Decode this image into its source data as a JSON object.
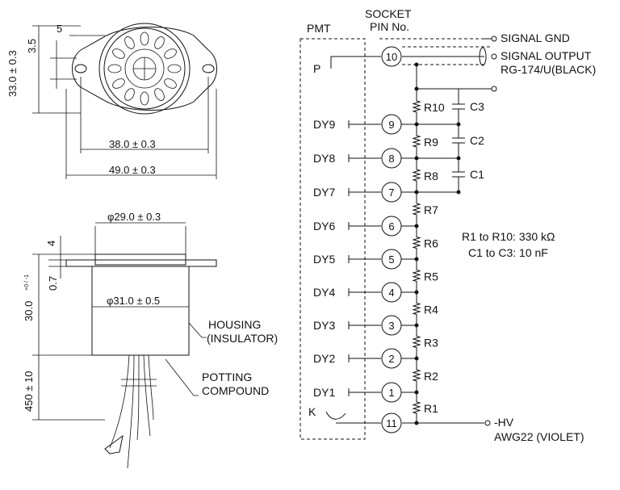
{
  "dimensions": {
    "dim_5": "5",
    "dim_3_5": "3.5",
    "dim_33": "33.0 ± 0.3",
    "dim_38": "38.0 ± 0.3",
    "dim_49": "49.0 ± 0.3",
    "dim_phi29": "φ29.0 ± 0.3",
    "dim_phi31": "φ31.0 ± 0.5",
    "dim_4": "4",
    "dim_0_7": "0.7",
    "dim_30": "30.0",
    "dim_30_tol": "+0 / -1",
    "dim_450": "450 ± 10"
  },
  "labels": {
    "housing_line1": "HOUSING",
    "housing_line2": "(INSULATOR)",
    "potting_line1": "POTTING",
    "potting_line2": "COMPOUND"
  },
  "circuit": {
    "pmt": "PMT",
    "socket_line1": "SOCKET",
    "socket_line2": "PIN No.",
    "p_label": "P",
    "k_label": "K",
    "signal_gnd": "SIGNAL GND",
    "signal_output": "SIGNAL  OUTPUT",
    "rg174": "RG-174/U(BLACK)",
    "minus_hv": "-HV",
    "awg22": "AWG22 (VIOLET)",
    "spec_resistors": "R1 to R10: 330 kΩ",
    "spec_capacitors": "C1 to C3: 10 nF",
    "pins": [
      "10",
      "9",
      "8",
      "7",
      "6",
      "5",
      "4",
      "3",
      "2",
      "1",
      "11"
    ],
    "dynodes": [
      "DY9",
      "DY8",
      "DY7",
      "DY6",
      "DY5",
      "DY4",
      "DY3",
      "DY2",
      "DY1"
    ],
    "resistors": [
      "R10",
      "R9",
      "R8",
      "R7",
      "R6",
      "R5",
      "R4",
      "R3",
      "R2",
      "R1"
    ],
    "capacitors": [
      "C3",
      "C2",
      "C1"
    ]
  }
}
